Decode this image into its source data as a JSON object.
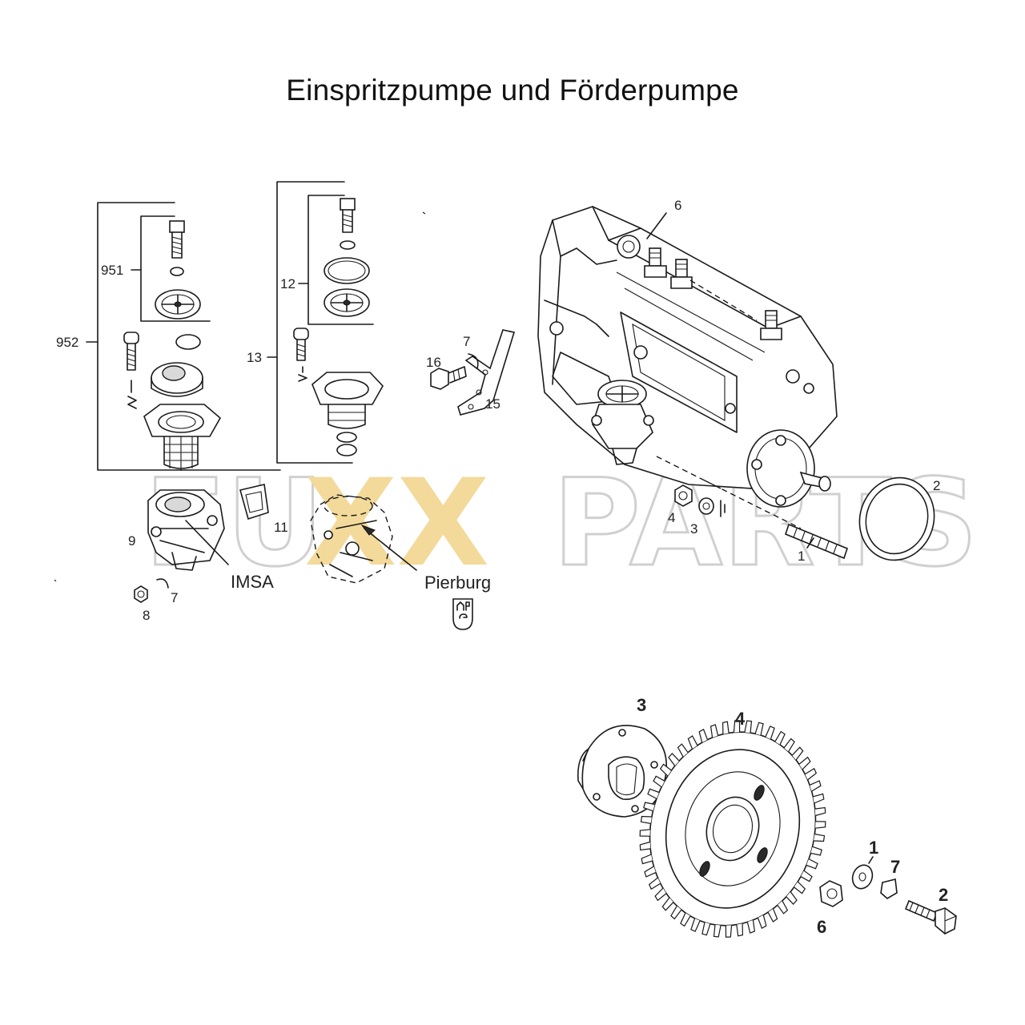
{
  "title": "Einspritzpumpe und Förderpumpe",
  "watermark": {
    "left": "FU",
    "mid": "XX",
    "right": "PARTS",
    "accent_color": "#f2d48a",
    "outline_color": "#c8c8c8"
  },
  "labels_top": {
    "l952": "952",
    "l951": "951",
    "l12": "12",
    "l13": "13",
    "l9": "9",
    "l11": "11",
    "l7a": "7",
    "l8": "8",
    "imsa": "IMSA",
    "pierburg": "Pierburg",
    "pierburg_logo": "AP G",
    "l16": "16",
    "l7b": "7",
    "l15": "15",
    "l6": "6",
    "l4": "4",
    "l3": "3",
    "l1": "1",
    "l2": "2"
  },
  "labels_gear": {
    "g3": "3",
    "g4": "4",
    "g1": "1",
    "g7": "7",
    "g2": "2",
    "g6": "6"
  }
}
